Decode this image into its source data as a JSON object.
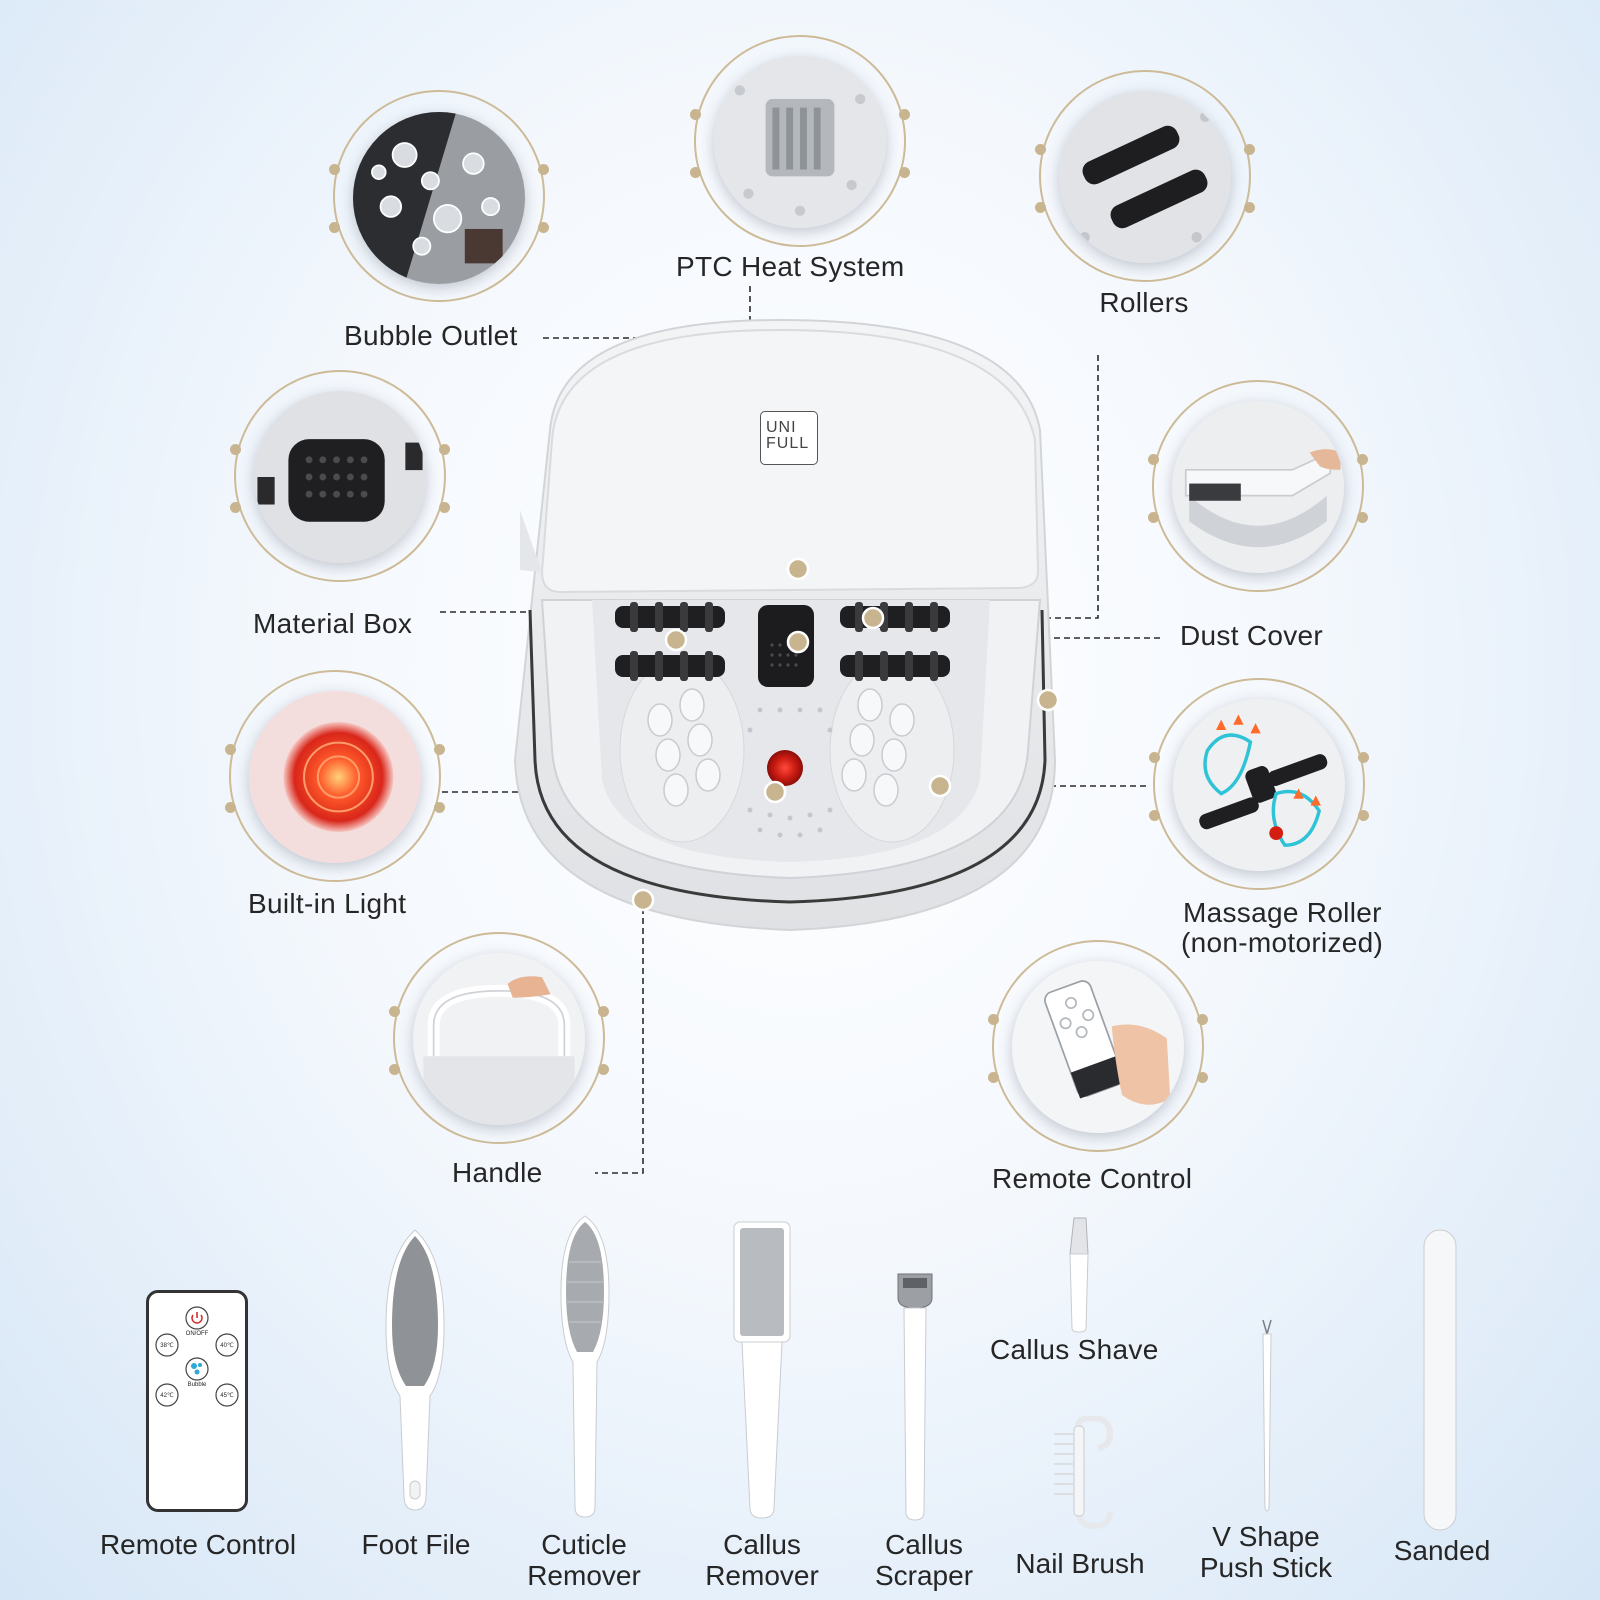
{
  "brand": {
    "line1": "UNI",
    "line2": "FULL"
  },
  "features": {
    "bubble_outlet": "Bubble Outlet",
    "ptc_heat": "PTC Heat System",
    "rollers": "Rollers",
    "material_box": "Material Box",
    "dust_cover": "Dust Cover",
    "built_in_light": "Built-in Light",
    "massage_roller_1": "Massage Roller",
    "massage_roller_2": "(non-motorized)",
    "handle": "Handle",
    "remote_control": "Remote Control"
  },
  "remote_buttons": {
    "onoff": "ON/OFF",
    "t38": "38℃",
    "t40": "40℃",
    "t42": "42℃",
    "t45": "45℃",
    "bubble": "Bubble"
  },
  "accessories": {
    "remote_control": "Remote Control",
    "foot_file": "Foot File",
    "cuticle_1": "Cuticle",
    "cuticle_2": "Remover",
    "callus_remover_1": "Callus",
    "callus_remover_2": "Remover",
    "callus_scraper_1": "Callus",
    "callus_scraper_2": "Scraper",
    "callus_shave": "Callus Shave",
    "nail_brush": "Nail Brush",
    "push_stick_1": "V Shape",
    "push_stick_2": "Push Stick",
    "sanded": "Sanded"
  },
  "colors": {
    "accent_gold": "#c8b48e",
    "light_red": "#e0301e",
    "background_blue": "#d6e6f6"
  }
}
